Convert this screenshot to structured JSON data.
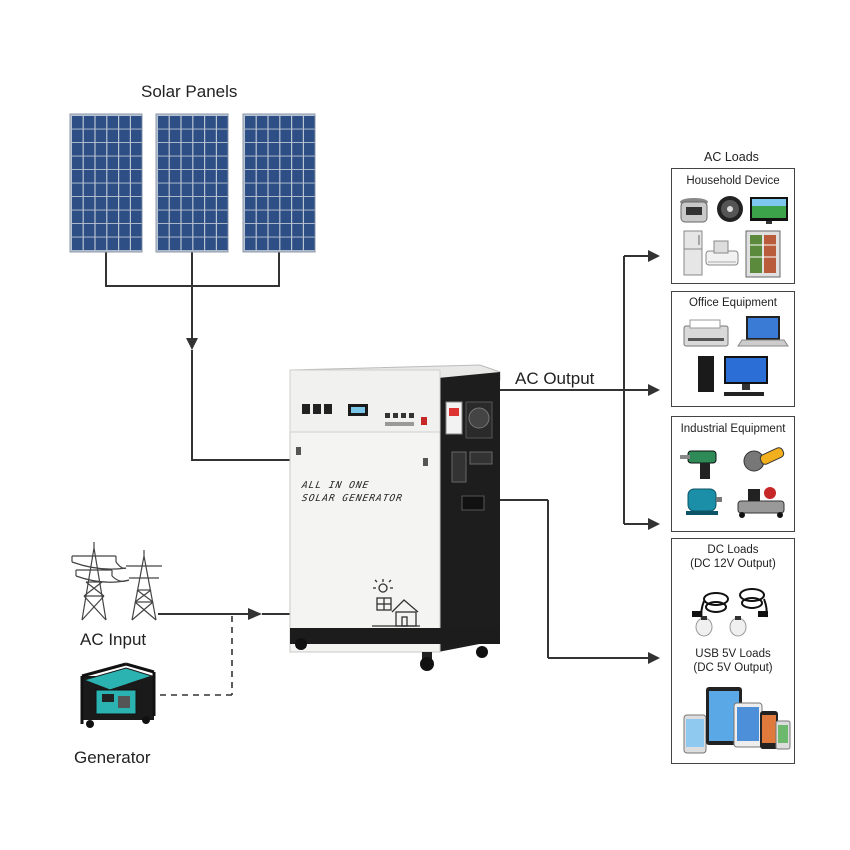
{
  "labels": {
    "solar_panels": "Solar Panels",
    "ac_output": "AC Output",
    "ac_input": "AC Input",
    "generator": "Generator",
    "ac_loads": "AC Loads",
    "household_device": "Household Device",
    "office_equipment": "Office Equipment",
    "industrial_equipment": "Industrial Equipment",
    "dc_loads": "DC Loads",
    "dc_loads_sub": "(DC 12V Output)",
    "usb_loads": "USB 5V Loads",
    "usb_loads_sub": "(DC 5V Output)"
  },
  "generator_unit": {
    "logo_line1": "ALL IN ONE",
    "logo_line2": "SOLAR GENERATOR"
  },
  "colors": {
    "line": "#333333",
    "panel_cell": "#2e4f86",
    "panel_frame": "#b9c4d2",
    "cabinet_front": "#f4f4f2",
    "cabinet_side": "#1c1c1c",
    "generator_teal": "#2bb3b1"
  }
}
